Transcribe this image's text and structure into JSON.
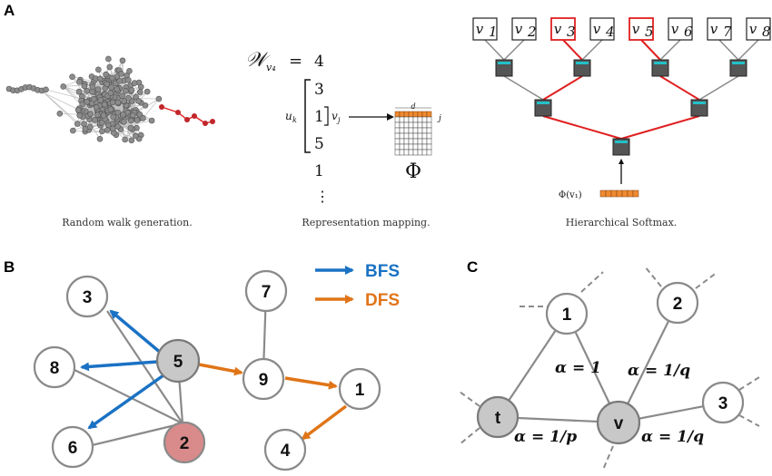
{
  "colors": {
    "bfs": "#1a72c4",
    "dfs": "#e07518",
    "path_red": "#e02020",
    "node_gray": "#c8c8c8",
    "node_pink": "#d98a8a",
    "tree_node": "#555555",
    "cyan": "#22c0c8",
    "orange_cell": "#f08a30"
  },
  "panelA": {
    "letter": "A",
    "captions": {
      "random_walk": "Random walk generation.",
      "representation": "Representation mapping.",
      "softmax": "Hierarchical Softmax."
    },
    "mapping": {
      "window_label": "𝒲",
      "window_sub": "v₄",
      "equals": "=",
      "seq": [
        "4",
        "3",
        "1",
        "5",
        "1",
        "⋮"
      ],
      "uk": "u",
      "uk_sub": "k",
      "vj": "v",
      "vj_sub": "j",
      "matrix_d": "d",
      "matrix_j": "j",
      "phi": "Φ"
    },
    "softmax": {
      "leaves": [
        {
          "label": "v",
          "sub": "1",
          "highlight": false
        },
        {
          "label": "v",
          "sub": "2",
          "highlight": false
        },
        {
          "label": "v",
          "sub": "3",
          "highlight": true
        },
        {
          "label": "v",
          "sub": "4",
          "highlight": false
        },
        {
          "label": "v",
          "sub": "5",
          "highlight": true
        },
        {
          "label": "v",
          "sub": "6",
          "highlight": false
        },
        {
          "label": "v",
          "sub": "7",
          "highlight": false
        },
        {
          "label": "v",
          "sub": "8",
          "highlight": false
        }
      ],
      "input_label": "Φ(v₁)"
    }
  },
  "panelB": {
    "letter": "B",
    "nodes": [
      "3",
      "8",
      "5",
      "6",
      "2",
      "7",
      "9",
      "1",
      "4"
    ],
    "legend": {
      "bfs": "BFS",
      "dfs": "DFS"
    }
  },
  "panelC": {
    "letter": "C",
    "nodes": {
      "one": "1",
      "two": "2",
      "t": "t",
      "v": "v",
      "three": "3"
    },
    "alphas": [
      "α = 1",
      "α = 1/q",
      "α = 1/p",
      "α = 1/q"
    ]
  }
}
